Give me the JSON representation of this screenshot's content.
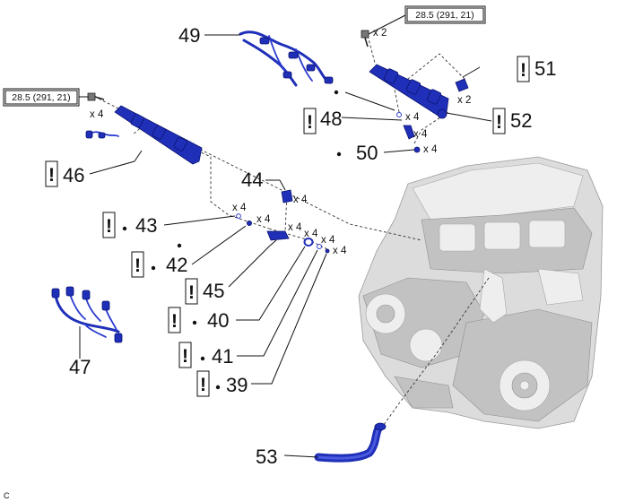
{
  "corner_label": "C",
  "torque_specs": [
    {
      "id": "torque-top",
      "text": "28.5 (291, 21)"
    },
    {
      "id": "torque-left",
      "text": "28.5 (291, 21)"
    }
  ],
  "warning_symbol": "!",
  "parts": {
    "p39": "39",
    "p40": "40",
    "p41": "41",
    "p42": "42",
    "p43": "43",
    "p44": "44",
    "p45": "45",
    "p46": "46",
    "p47": "47",
    "p48": "48",
    "p49": "49",
    "p50": "50",
    "p51": "51",
    "p52": "52",
    "p53": "53"
  },
  "quantities": {
    "x2": "x 2",
    "x4": "x 4"
  }
}
